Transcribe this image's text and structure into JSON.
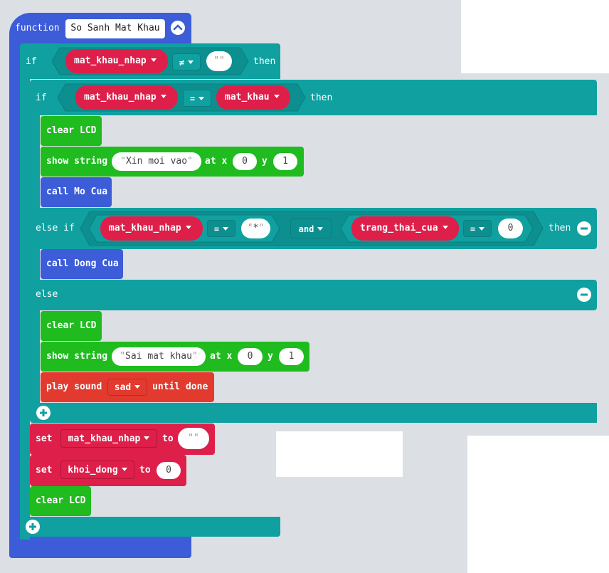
{
  "colors": {
    "function_blue": "#3c5cd8",
    "logic_teal": "#10a0a0",
    "basic_green": "#1fbb1f",
    "variable_red": "#dd1f4a",
    "music_orange": "#e23a2e",
    "workspace": "#f4f5f7"
  },
  "function_block": {
    "keyword": "function",
    "name": "So Sanh Mat Khau",
    "collapse_icon": "chevron-up-icon"
  },
  "outer_if": {
    "keyword": "if",
    "then": "then",
    "var": "mat_khau_nhap",
    "operator": "≠",
    "value_quote_open": "\"",
    "value_quote_close": "\"",
    "value": ""
  },
  "inner_if": {
    "keyword": "if",
    "then": "then",
    "var": "mat_khau_nhap",
    "operator": "=",
    "compare_var": "mat_khau",
    "body": [
      {
        "type": "clear_lcd",
        "label": "clear LCD"
      },
      {
        "type": "show_string",
        "label": "show string",
        "text": "Xin moi vao",
        "at_x": "at x",
        "x": "0",
        "y_label": "y",
        "y": "1"
      },
      {
        "type": "call",
        "label": "call Mo Cua"
      }
    ]
  },
  "else_if": {
    "keyword": "else if",
    "then": "then",
    "left_var": "mat_khau_nhap",
    "left_op": "=",
    "left_value": "*",
    "and_label": "and",
    "right_var": "trang_thai_cua",
    "right_op": "=",
    "right_value": "0",
    "remove_icon": "minus-circle-icon",
    "body": [
      {
        "type": "call",
        "label": "call Dong Cua"
      }
    ]
  },
  "else_branch": {
    "keyword": "else",
    "remove_icon": "minus-circle-icon",
    "body": [
      {
        "type": "clear_lcd",
        "label": "clear LCD"
      },
      {
        "type": "show_string",
        "label": "show string",
        "text": "Sai mat khau",
        "at_x": "at x",
        "x": "0",
        "y_label": "y",
        "y": "1"
      },
      {
        "type": "play_sound",
        "label": "play sound",
        "sound": "sad",
        "until": "until done"
      }
    ],
    "add_icon": "plus-circle-icon"
  },
  "after_if": [
    {
      "type": "set",
      "label": "set",
      "var": "mat_khau_nhap",
      "to": "to",
      "value": ""
    },
    {
      "type": "set",
      "label": "set",
      "var": "khoi_dong",
      "to": "to",
      "value": "0"
    },
    {
      "type": "clear_lcd",
      "label": "clear LCD"
    }
  ],
  "outer_add_icon": "plus-circle-icon"
}
